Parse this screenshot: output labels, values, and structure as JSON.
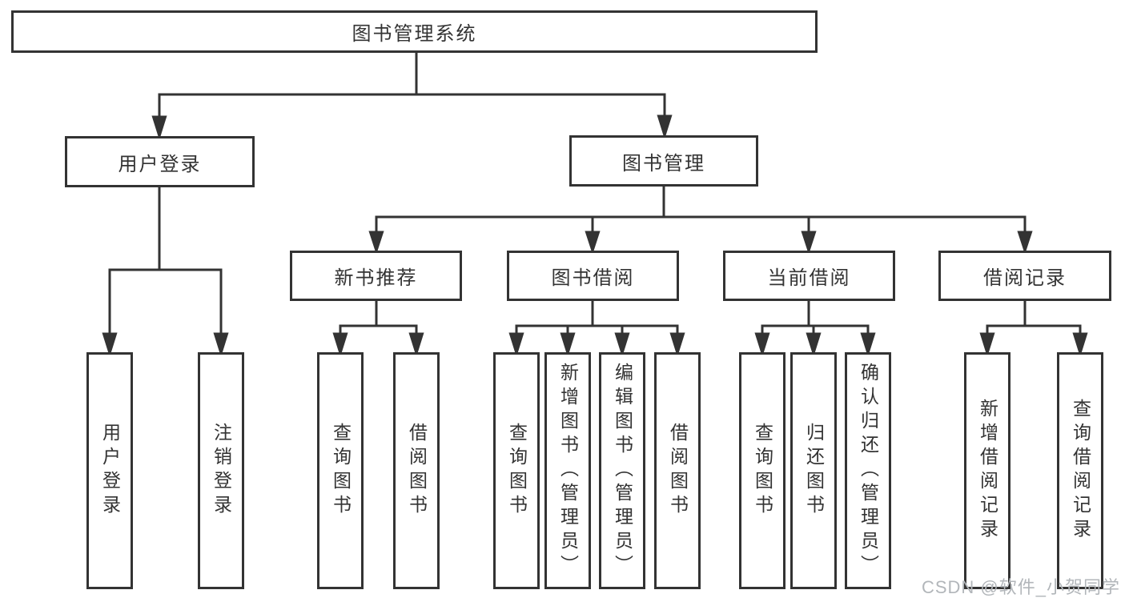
{
  "colors": {
    "line": "#333333",
    "box_border": "#333333",
    "text": "#333333",
    "watermark_text": "#b2b6ba",
    "background": "#ffffff"
  },
  "root": {
    "label": "图书管理系统"
  },
  "level2": {
    "user_login": {
      "label": "用户登录"
    },
    "book_management": {
      "label": "图书管理"
    }
  },
  "level3": {
    "new_book_recommend": {
      "label": "新书推荐"
    },
    "book_borrow": {
      "label": "图书借阅"
    },
    "current_borrow": {
      "label": "当前借阅"
    },
    "borrow_records": {
      "label": "借阅记录"
    }
  },
  "leaves": {
    "user_login": "用户登录",
    "logout": "注销登录",
    "recommend_query_books": "查询图书",
    "recommend_borrow_books": "借阅图书",
    "borrow_query_books": "查询图书",
    "borrow_add_books": "新增图书（管理员）",
    "borrow_edit_books": "编辑图书（管理员）",
    "borrow_borrow_books": "借阅图书",
    "current_query_books": "查询图书",
    "current_return_books": "归还图书",
    "current_confirm_return": "确认归还（管理员）",
    "records_add_record": "新增借阅记录",
    "records_query_record": "查询借阅记录"
  },
  "watermark": "CSDN @软件_小贺同学"
}
